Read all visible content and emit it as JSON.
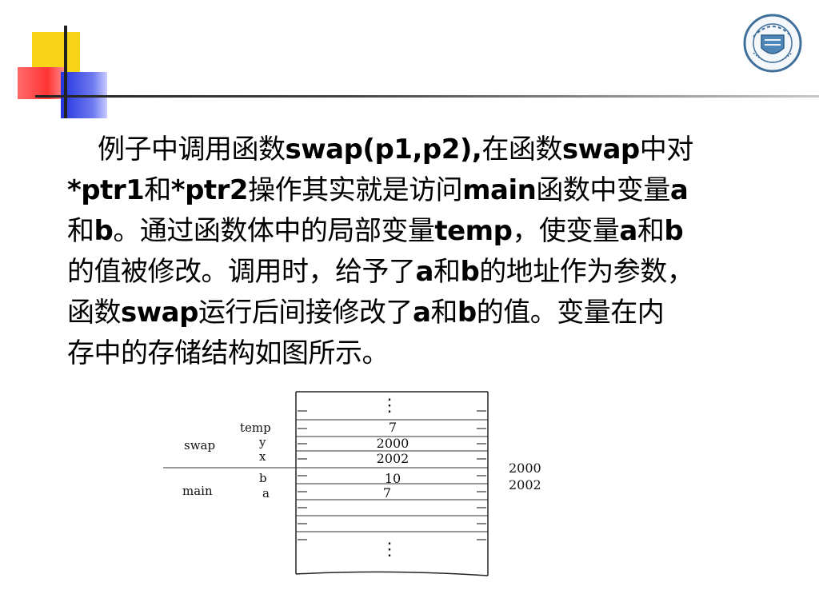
{
  "logo": {
    "name": "chongqing-university-seal",
    "text": "CHONGQING UNIVERSITY"
  },
  "paragraph": {
    "line1": {
      "t1": "例子中调用函数",
      "b1": "swap(p1,p2),",
      "t2": "在函数",
      "b2": "swap",
      "t3": "中对"
    },
    "line2": {
      "b1": "*ptr1",
      "t1": "和",
      "b2": "*ptr2",
      "t2": "操作其实就是访问",
      "b3": "main",
      "t3": "函数中变量",
      "b4": "a"
    },
    "line3": {
      "t1": "和",
      "b1": "b",
      "t2": "。通过函数体中的局部变量",
      "b2": "temp",
      "t3": "，使变量",
      "b3": "a",
      "t4": "和",
      "b4": "b"
    },
    "line4": {
      "t1": "的值被修改。调用时，给予了",
      "b1": "a",
      "t2": "和",
      "b2": "b",
      "t3": "的地址作为参数，"
    },
    "line5": {
      "t1": "函数",
      "b1": "swap",
      "t2": "运行后间接修改了",
      "b2": "a",
      "t3": "和",
      "b3": "b",
      "t4": "的值。变量在内"
    },
    "line6": {
      "t1": "存中的存储结构如图所示。"
    }
  },
  "memory_diagram": {
    "groups": {
      "swap": "swap",
      "main": "main"
    },
    "vars": {
      "temp": "temp",
      "y": "y",
      "x": "x",
      "b": "b",
      "a": "a"
    },
    "cells": {
      "temp": "7",
      "y": "2000",
      "x": "2002",
      "b": "10",
      "a": "7"
    },
    "addresses": {
      "b": "2000",
      "a": "2002"
    },
    "ellipsis": "⋮"
  }
}
